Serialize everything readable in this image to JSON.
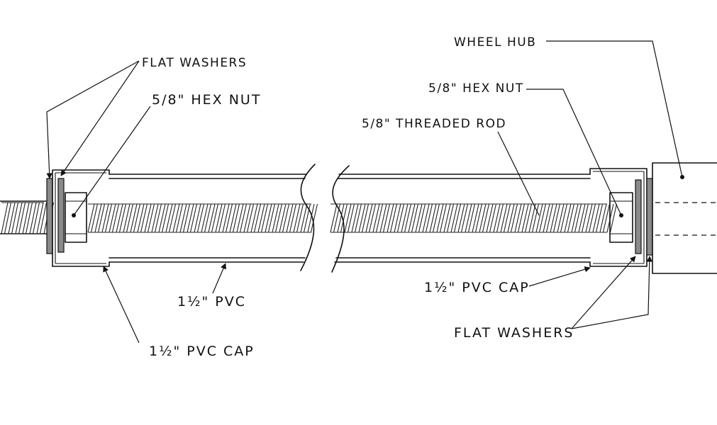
{
  "labels": {
    "wheel_hub": "WHEEL HUB",
    "flat_washers_top": "FLAT WASHERS",
    "hex_nut_left": "5/8\" HEX NUT",
    "hex_nut_right": "5/8\" HEX NUT",
    "threaded_rod": "5/8\" THREADED ROD",
    "pvc_pipe": "1½\" PVC",
    "pvc_cap_left": "1½\" PVC CAP",
    "pvc_cap_right": "1½\" PVC CAP",
    "flat_washers_bottom": "FLAT WASHERS"
  },
  "colors": {
    "ink": "#111111",
    "washer_fill": "#8a8a8a",
    "paper": "#ffffff"
  }
}
